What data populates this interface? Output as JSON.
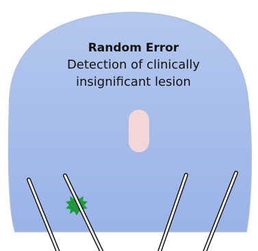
{
  "title": "Random Error",
  "subtitle_line1": "Detection of clinically",
  "subtitle_line2": "insignificant lesion",
  "colors": {
    "organ_top": "#b4c8ee",
    "organ_bottom": "#9ab3e6",
    "organ_outline": "#b0bfd8",
    "lesion_insignificant": "#f3d6d6",
    "lesion_detected": "#1f9a3a",
    "needle_fill": "#ffffff",
    "needle_stroke": "#111111"
  },
  "elements": {
    "organ": "prostate-outline",
    "central_lesion": "clinically-insignificant-lesion",
    "detected_focus": "green-starburst",
    "needle_count": 4
  }
}
